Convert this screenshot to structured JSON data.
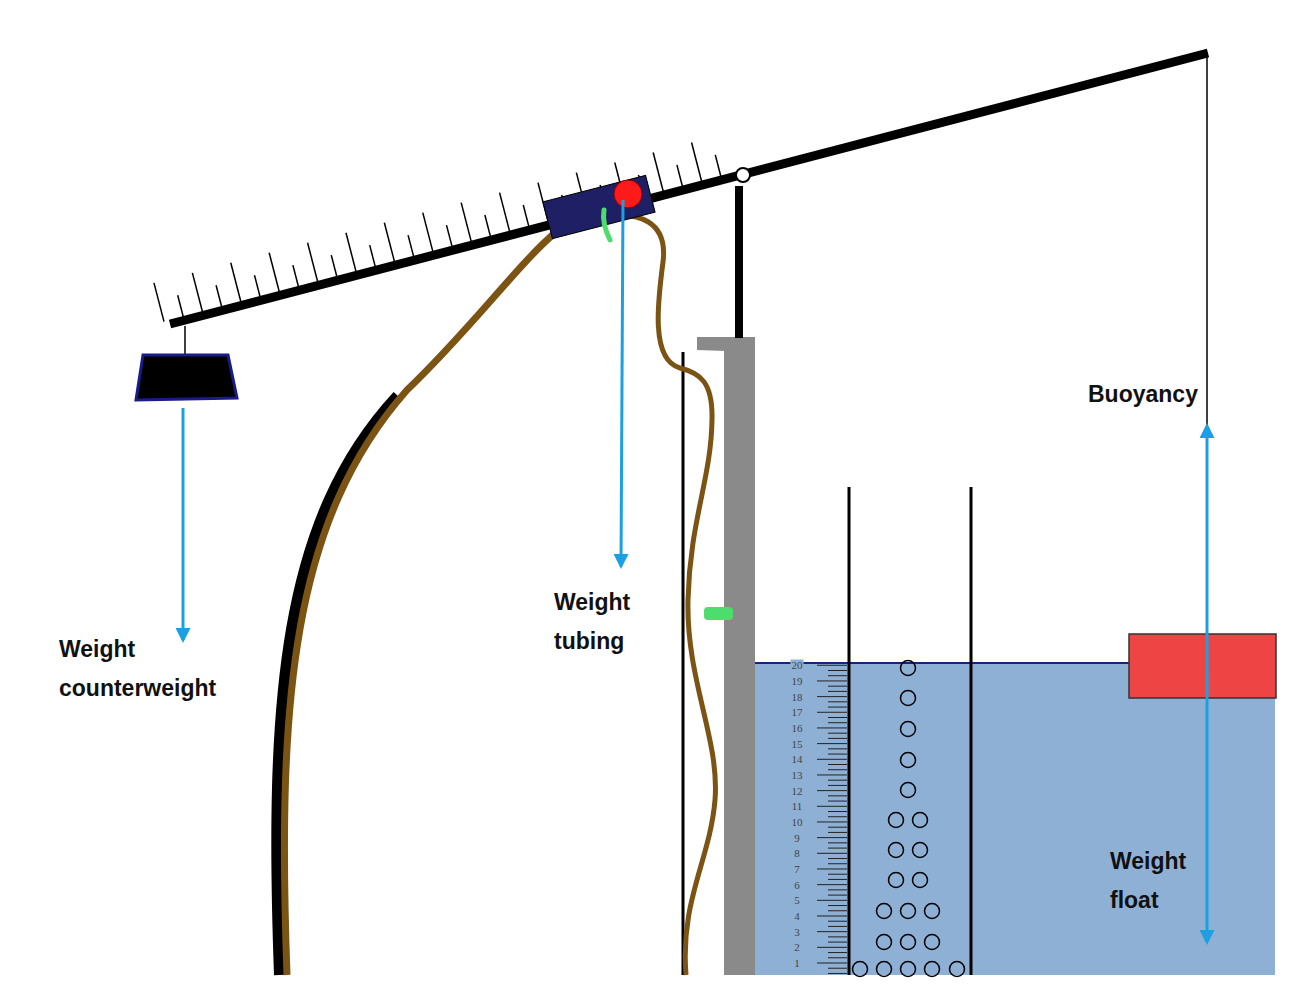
{
  "diagram": {
    "labels": [
      "Buoyancy",
      "Weight tubing",
      "Weight counterweight",
      "Weight float",
      "20",
      "19",
      "18",
      "17",
      "16",
      "15",
      "14",
      "13",
      "12",
      "11",
      "10",
      "9",
      "8",
      "7",
      "6",
      "5",
      "4",
      "3",
      "2",
      "1"
    ]
  }
}
